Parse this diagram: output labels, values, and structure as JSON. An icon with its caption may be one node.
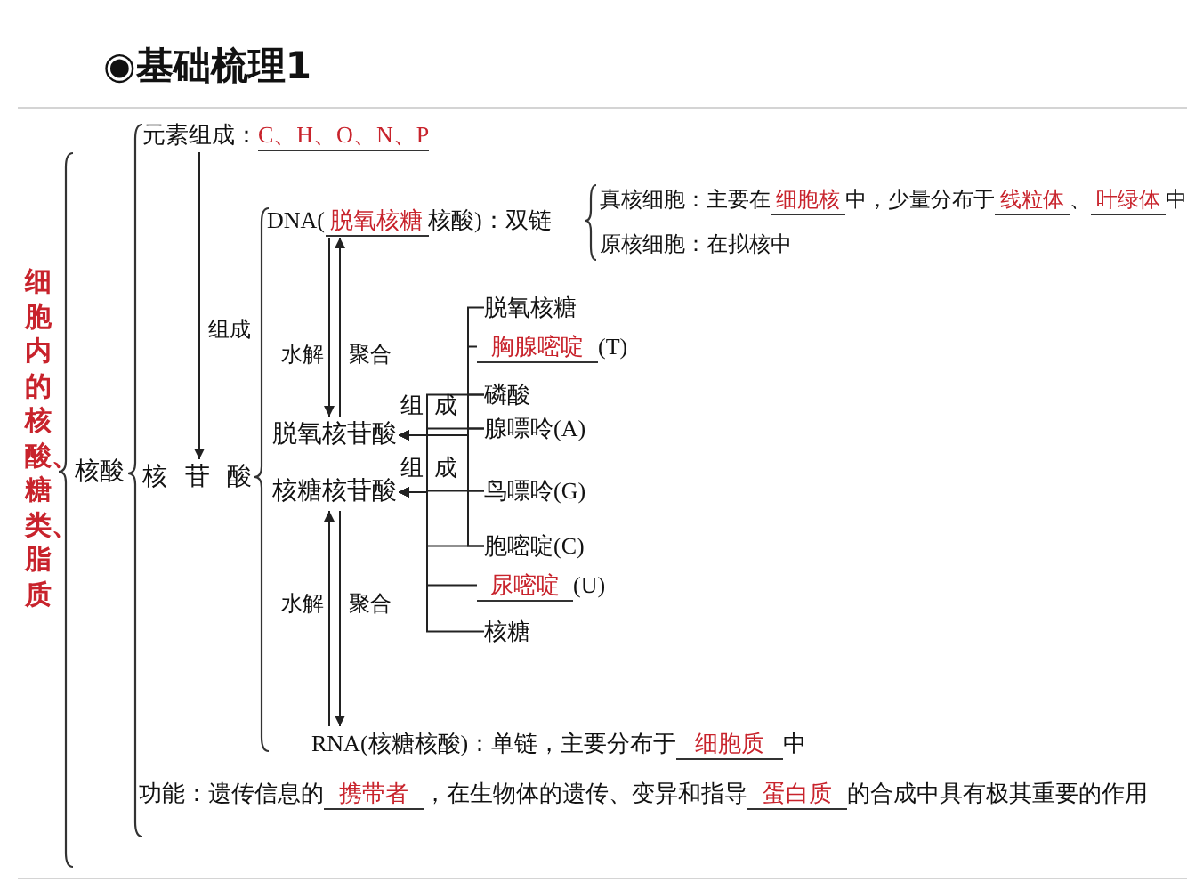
{
  "diagram": {
    "title": "◉基础梳理1",
    "nodes": [
      {
        "text": [
          "细胞内的核酸、糖类、脂质"
        ]
      },
      {
        "text": [
          "核酸"
        ]
      },
      {
        "text": [
          "元素组成：",
          "C、H、O、N、P"
        ]
      },
      {
        "text": [
          "核苷酸"
        ]
      },
      {
        "text": [
          "DNA(",
          "脱氧核糖",
          "核酸)：双链"
        ]
      },
      {
        "text": [
          "真核细胞：主要在",
          "细胞核",
          "中，少量分布于",
          "线粒体",
          "、",
          "叶绿体",
          "中"
        ]
      },
      {
        "text": [
          "原核细胞：在拟核中"
        ]
      },
      {
        "text": [
          "脱氧核苷酸"
        ]
      },
      {
        "text": [
          "核糖核苷酸"
        ]
      },
      {
        "text": [
          "脱氧核糖"
        ]
      },
      {
        "text": [
          "胸腺嘧啶",
          "(T)"
        ]
      },
      {
        "text": [
          "磷酸"
        ]
      },
      {
        "text": [
          "腺嘌呤(A)"
        ]
      },
      {
        "text": [
          "鸟嘌呤(G)"
        ]
      },
      {
        "text": [
          "胞嘧啶(C)"
        ]
      },
      {
        "text": [
          "尿嘧啶",
          "(U)"
        ]
      },
      {
        "text": [
          "核糖"
        ]
      },
      {
        "text": [
          "RNA(核糖核酸)：单链，主要分布于",
          "细胞质",
          "中"
        ]
      },
      {
        "text": [
          "功能：遗传信息的",
          "携带者",
          "，在生物体的遗传、变异和指导",
          "蛋白质",
          "的合成中具有极其重要的作用"
        ]
      }
    ],
    "edges": [
      {
        "from": 2,
        "to": 3,
        "arrow": "to",
        "label": "组成"
      },
      {
        "from": 4,
        "to": 7,
        "arrow": "to",
        "label": "水解"
      },
      {
        "from": 7,
        "to": 4,
        "arrow": "to",
        "label": "聚合"
      },
      {
        "from": 17,
        "to": 8,
        "arrow": "to",
        "label": "水解"
      },
      {
        "from": 8,
        "to": 17,
        "arrow": "to",
        "label": "聚合"
      },
      {
        "from": 9,
        "to": 7,
        "arrow": "to",
        "label": "组成"
      },
      {
        "from": 10,
        "to": 7,
        "arrow": "to"
      },
      {
        "from": 11,
        "to": 7,
        "arrow": "to"
      },
      {
        "from": 12,
        "to": 7,
        "arrow": "to"
      },
      {
        "from": 13,
        "to": 7,
        "arrow": "to"
      },
      {
        "from": 14,
        "to": 7,
        "arrow": "to"
      },
      {
        "from": 11,
        "to": 8,
        "arrow": "to",
        "label": "组成"
      },
      {
        "from": 12,
        "to": 8,
        "arrow": "to"
      },
      {
        "from": 13,
        "to": 8,
        "arrow": "to"
      },
      {
        "from": 14,
        "to": 8,
        "arrow": "to"
      },
      {
        "from": 15,
        "to": 8,
        "arrow": "to"
      },
      {
        "from": 16,
        "to": 8,
        "arrow": "to"
      }
    ]
  }
}
